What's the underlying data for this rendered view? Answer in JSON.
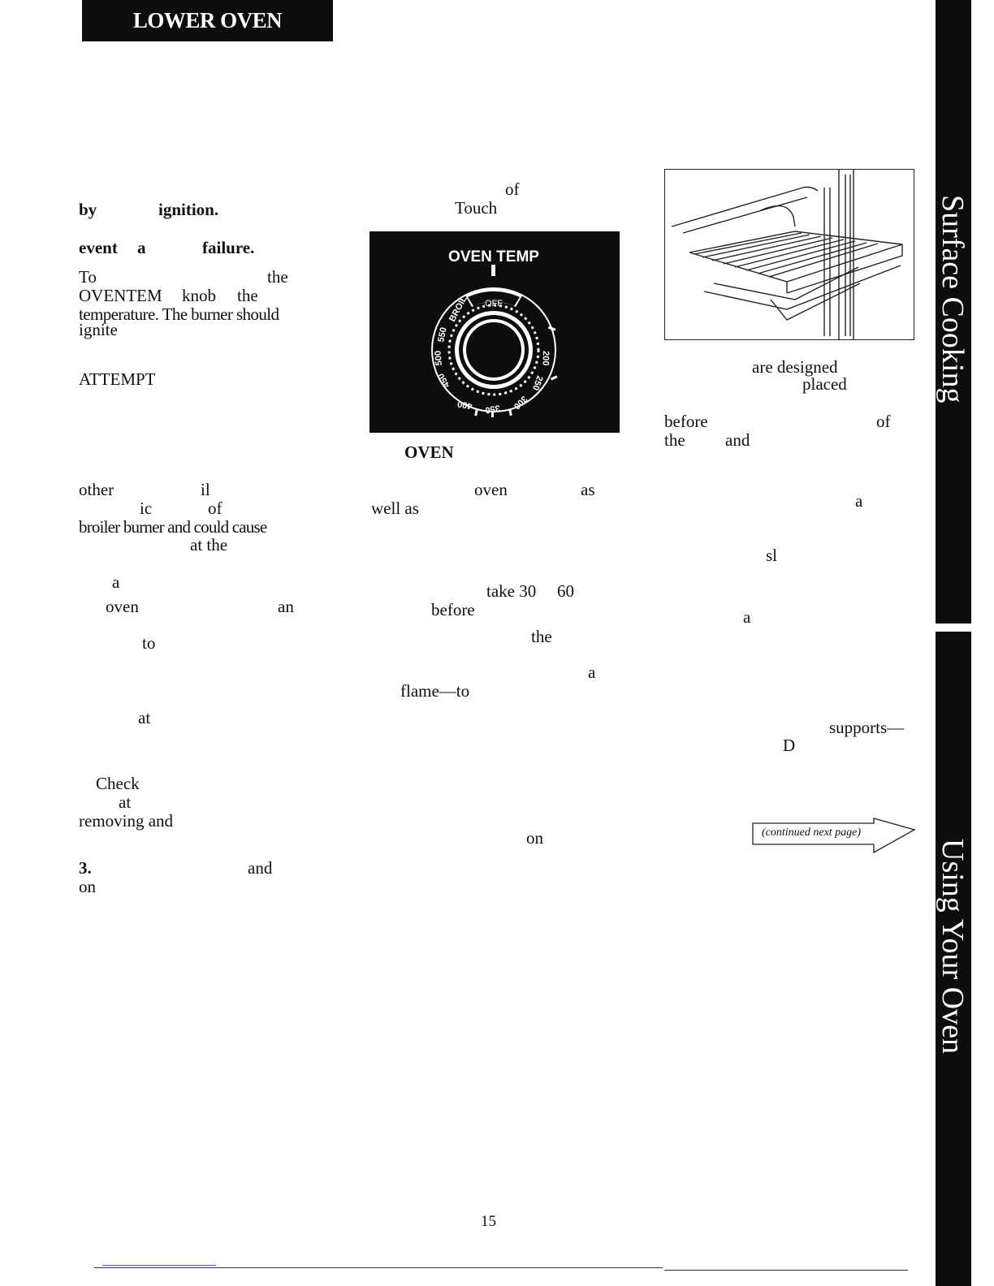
{
  "header": {
    "title": "LOWER OVEN"
  },
  "col1": {
    "w01": "by",
    "w02": "ignition.",
    "w03": "event",
    "w04": "a",
    "w05": "failure.",
    "w06": "To",
    "w07": "the",
    "w08": "OVENTEM",
    "w09": "knob",
    "w10": "the",
    "w11": "temperature. The burner should",
    "w12": "ignite",
    "w13": "ATTEMPT",
    "w14": "other",
    "w15": "il",
    "w16": "ic",
    "w17": "of",
    "w18": "broiler burner and could cause",
    "w19": "at the",
    "w20": "a",
    "w21": "oven",
    "w22": "an",
    "w23": "to",
    "w24": "at",
    "w25": "Check",
    "w26": "at",
    "w27": "removing and",
    "w28": "3.",
    "w29": "and",
    "w30": "on"
  },
  "col2": {
    "w01": "of",
    "w02": "Touch",
    "dial": {
      "label": "OVEN TEMP",
      "off": "OFF",
      "scale": [
        "BROIL",
        "550",
        "500",
        "450",
        "400",
        "350",
        "300",
        "250",
        "200"
      ]
    },
    "w03": "OVEN",
    "w04": "oven",
    "w05": "as",
    "w06": "well as",
    "w07": "take 30",
    "w08": "60",
    "w09": "before",
    "w10": "the",
    "w11": "a",
    "w12": "flame—to",
    "w13": "on"
  },
  "col3": {
    "w01": "are designed",
    "w02": "placed",
    "w03": "before",
    "w04": "of",
    "w05": "the",
    "w06": "and",
    "w07": "a",
    "w08": "sl",
    "w09": "a",
    "w10": "supports—",
    "w11": "D",
    "continued": "(continued next page)"
  },
  "sidebar": {
    "top_tab": "Surface Cooking",
    "bottom_tab": "Using Your Oven"
  },
  "page_number": "15"
}
